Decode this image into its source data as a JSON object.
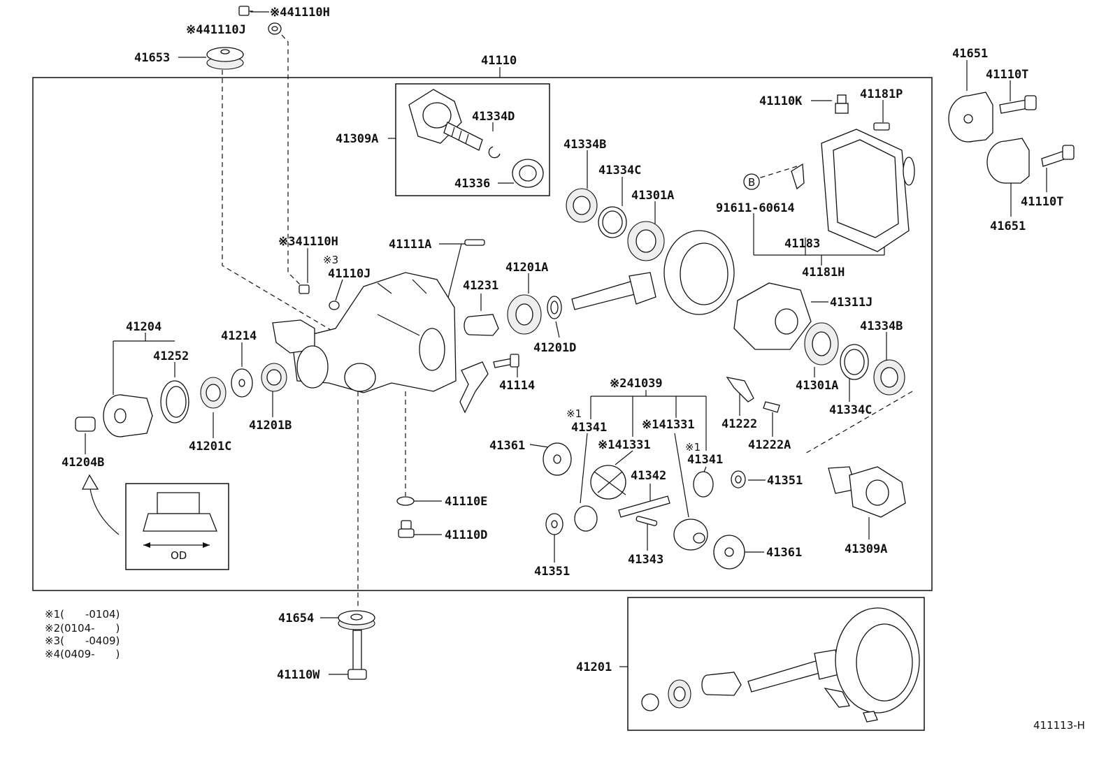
{
  "labels": {
    "l41110h_top": "※441110H",
    "l41110j_top": "※441110J",
    "l41653": "41653",
    "l41110": "41110",
    "l41309a_top": "41309A",
    "l41334d": "41334D",
    "l41336": "41336",
    "l41334b_top": "41334B",
    "l41334c_top": "41334C",
    "l41301a_top": "41301A",
    "l41110k": "41110K",
    "l41181p": "41181P",
    "l_b": "B",
    "l91611": "91611-60614",
    "l41183": "41183",
    "l41181h": "41181H",
    "l41651_top": "41651",
    "l41110t_top": "41110T",
    "l41110t_bot": "41110T",
    "l41651_bot": "41651",
    "l41110h_mid": "※341110H",
    "l3_mark": "※3",
    "l41110j_mid": "41110J",
    "l41111a": "41111A",
    "l41201a": "41201A",
    "l41231": "41231",
    "l41201d": "41201D",
    "l41311j": "41311J",
    "l41334b_mid": "41334B",
    "l41204": "41204",
    "l41252": "41252",
    "l41214": "41214",
    "l41114": "41114",
    "l41301a_mid": "41301A",
    "l41334c_mid": "41334C",
    "l41039": "※241039",
    "l1_a": "※1",
    "l41341_a": "41341",
    "l41331_a": "※141331",
    "l41331_b": "※141331",
    "l1_b": "※1",
    "l41341_b": "41341",
    "l41222": "41222",
    "l41222a": "41222A",
    "l41201c": "41201C",
    "l41201b": "41201B",
    "l41204b": "41204B",
    "l41361_a": "41361",
    "l41342": "41342",
    "l41351_a": "41351",
    "l41110e": "41110E",
    "l41110d": "41110D",
    "l41343": "41343",
    "l41351_b": "41351",
    "l41361_b": "41361",
    "l41309a_bot": "41309A",
    "l_od": "OD",
    "l41654": "41654",
    "l41110w": "41110W",
    "l41201": "41201",
    "l_figno": "411113-H"
  },
  "notes": [
    "※1(　　-0104)",
    "※2(0104-　　)",
    "※3(　　-0409)",
    "※4(0409-　　)"
  ]
}
